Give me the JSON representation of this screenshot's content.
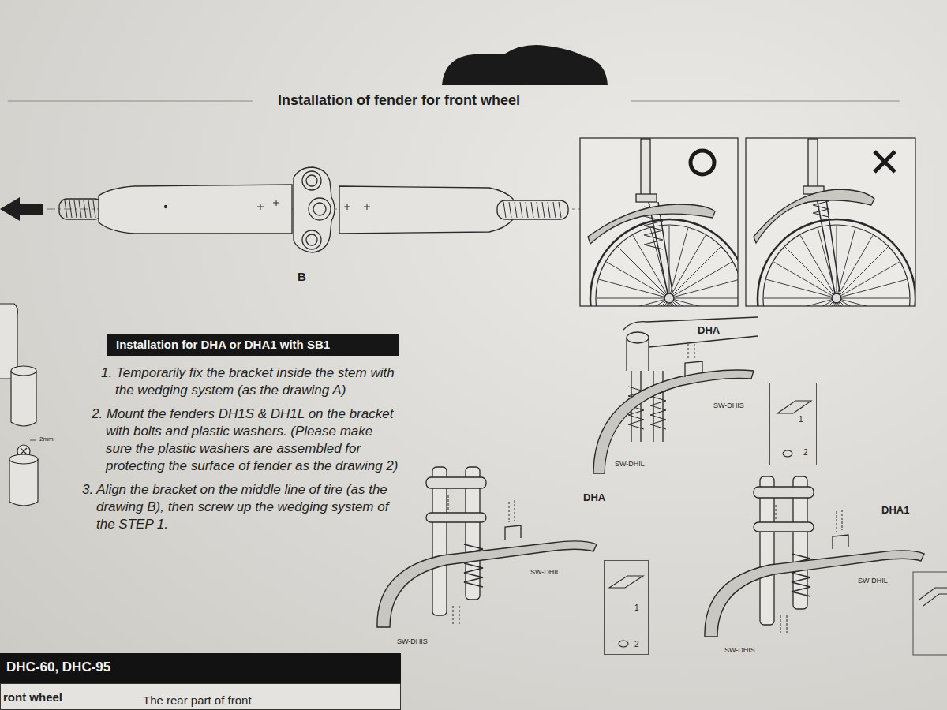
{
  "diagram": {
    "title": "Installation of fender for front wheel",
    "nodes": [
      {
        "text": [
          "Installation for DHA or DHA1 with SB1"
        ]
      },
      {
        "text": [
          "1",
          "2"
        ]
      },
      {
        "text": [
          "1",
          "2"
        ]
      },
      {
        "text": [
          "DHC-60, DHC-95"
        ]
      },
      {
        "text": [
          "ront wheel",
          "The rear part of front"
        ]
      }
    ],
    "labels": [
      "B",
      "1. Temporarily fix the bracket inside the stem with the wedging system (as the drawing A)",
      "2. Mount the fenders DH1S & DH1L on the bracket with bolts and plastic washers. (Please make sure the plastic washers are assembled for protecting the surface of fender as the drawing 2)",
      "3. Align the bracket on the middle line of tire (as the drawing B), then screw up the wedging system of the STEP 1.",
      "2mm",
      "DHA",
      "SW-DHIS",
      "SW-DHIL",
      "DHA",
      "SW-DHIL",
      "SW-DHIS",
      "DHA1",
      "SW-DHIL",
      "SW-DHIS"
    ]
  }
}
